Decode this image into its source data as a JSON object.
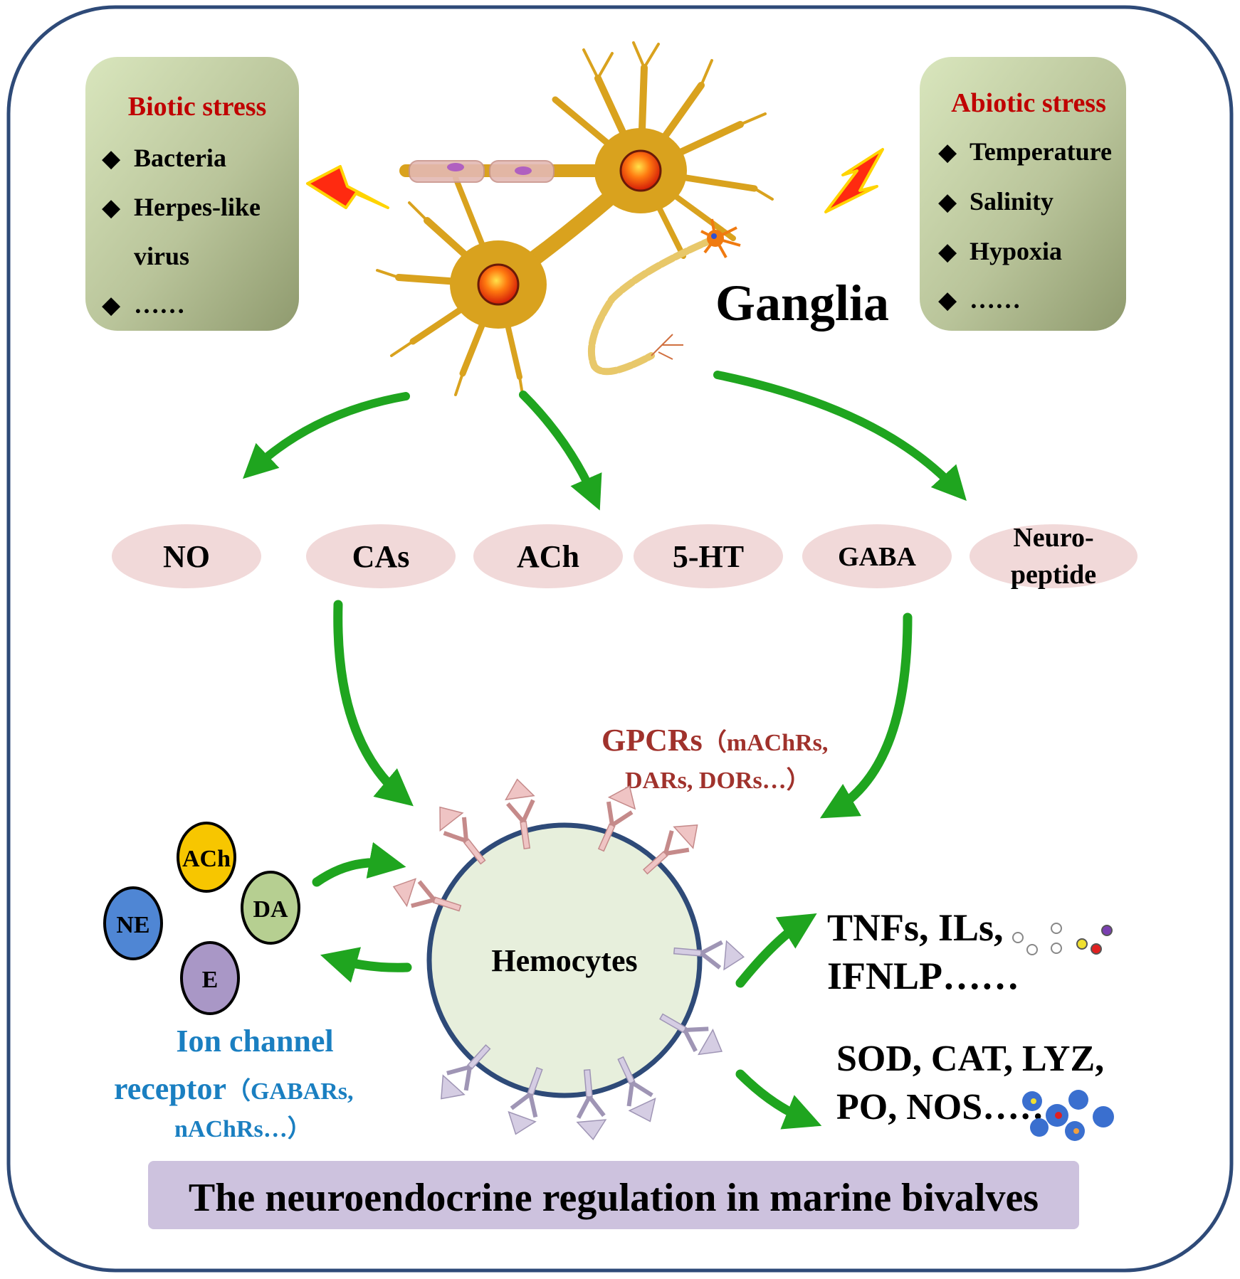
{
  "stress_boxes": {
    "biotic": {
      "title": "Biotic stress",
      "items": [
        "Bacteria",
        "Herpes-like",
        "virus",
        "……"
      ]
    },
    "abiotic": {
      "title": "Abiotic stress",
      "items": [
        "Temperature",
        "Salinity",
        "Hypoxia",
        "……"
      ]
    }
  },
  "ganglia_label": "Ganglia",
  "neurotransmitters": [
    "NO",
    "CAs",
    "ACh",
    "5-HT",
    "GABA",
    "Neuro-",
    "peptide"
  ],
  "gpcrs": {
    "line1_bold": "GPCRs",
    "line1_rest": "（mAChRs,",
    "line2": "DARs, DORs…）"
  },
  "hemocytes_label": "Hemocytes",
  "ligands": [
    "ACh",
    "NE",
    "DA",
    "E"
  ],
  "ion_channel": {
    "line1": "Ion channel",
    "line2_bold": "receptor",
    "line2_rest": "（GABARs,",
    "line3": "nAChRs…）"
  },
  "outputs": {
    "cytokines_line1": "TNFs, ILs,",
    "cytokines_line2": "IFNLP……",
    "enzymes_line1": "SOD, CAT, LYZ,",
    "enzymes_line2": "PO, NOS……"
  },
  "footer_title": "The neuroendocrine regulation in marine bivalves",
  "colors": {
    "frame": "#2e4a78",
    "arrow_green": "#1fa51f",
    "stress_title": "#c00000",
    "gpcr_text": "#a0322c",
    "ion_text": "#1a7fc1",
    "ellipse_fill": "#f1d9d9",
    "hemocyte_fill": "#e7efdc",
    "hemocyte_stroke": "#2e4a78",
    "footer_fill": "#cdc2de",
    "neuron": "#d9a21e"
  }
}
